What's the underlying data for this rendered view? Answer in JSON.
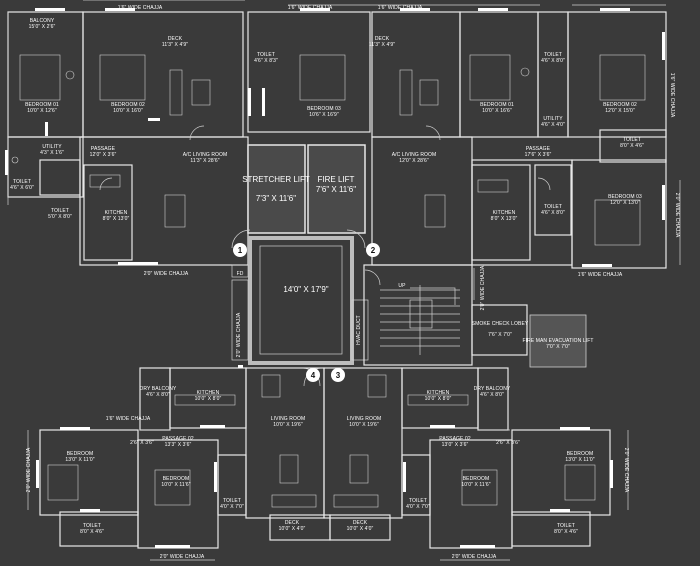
{
  "colors": {
    "background": "#3a3a3a",
    "walls": "#e8e8e8",
    "lift_shaft": "#4a4a4a",
    "fire_man_lift": "#555555"
  },
  "icons": [
    "staircase-icon",
    "door-swing-icon",
    "furniture-icon"
  ],
  "labels": {
    "top_chajja_1": "1'6\" WIDE CHAJJA",
    "top_chajja_2": "1'6\" WIDE CHAJJA",
    "top_chajja_3": "1'6\" WIDE CHAJJA",
    "balcony": "BALCONY",
    "balcony_dim": "15'0\" X 2'6\"",
    "bedroom01_l": "BEDROOM 01",
    "bedroom01_l_dim": "10'0\" X 12'6\"",
    "bedroom02_l": "BEDROOM 02",
    "bedroom02_l_dim": "10'0\" X 16'0\"",
    "deck_tl": "DECK",
    "deck_tl_dim": "11'3\" X 4'9\"",
    "toilet_tl": "TOILET",
    "toilet_tl_dim": "4'6\" X 8'3\"",
    "bedroom03_m": "BEDROOM 03",
    "bedroom03_m_dim": "10'6\" X 16'9\"",
    "deck_tr": "DECK",
    "deck_tr_dim": "11'3\" X 4'9\"",
    "bedroom01_r": "BEDROOM 01",
    "bedroom01_r_dim": "10'0\" X 16'6\"",
    "toilet_tr": "TOILET",
    "toilet_tr_dim": "4'6\" X 8'0\"",
    "bedroom02_r": "BEDROOM 02",
    "bedroom02_r_dim": "12'0\" X 15'0\"",
    "utility_r": "UTILITY",
    "utility_r_dim": "4'6\" X 4'0\"",
    "utility_l": "UTILITY",
    "utility_l_dim": "4'3\" X 1'6\"",
    "passage_l": "PASSAGE",
    "passage_l_dim": "12'0\" X 3'6\"",
    "living_l": "A/C LIVING ROOM",
    "living_l_dim": "11'3\" X 28'6\"",
    "living_r": "A/C LIVING ROOM",
    "living_r_dim": "12'0\" X 28'6\"",
    "passage_r": "PASSAGE",
    "passage_r_dim": "17'6\" X 3'6\"",
    "toilet_r2": "TOILET",
    "toilet_r2_dim": "8'0\" X 4'6\"",
    "toilet_l1": "TOILET",
    "toilet_l1_dim": "4'6\" X 6'0\"",
    "toilet_l2": "TOILET",
    "toilet_l2_dim": "5'0\" X 8'0\"",
    "kitchen_l": "KITCHEN",
    "kitchen_l_dim": "8'0\" X 13'0\"",
    "kitchen_r": "KITCHEN",
    "kitchen_r_dim": "8'0\" X 13'0\"",
    "toilet_r3": "TOILET",
    "toilet_r3_dim": "4'6\" X 8'0\"",
    "bedroom03_r": "BEDROOM 03",
    "bedroom03_r_dim": "12'0\" X 13'0\"",
    "chajja_right_v": "2'0\" WIDE CHAJJA",
    "chajja_right_v2": "1'6\" WIDE CHAJJA",
    "chajja_mid_l": "2'0\" WIDE CHAJJA",
    "chajja_bedroom03_r": "1'6\" WIDE CHAJJA",
    "stretcher_lift": "STRETCHER LIFT",
    "stretcher_lift_dim": "7'3\" X 11'6\"",
    "fire_lift": "FIRE LIFT",
    "fire_lift_dim": "7'6\" X 11'6\"",
    "lobby_dim": "14'0\" X 17'9\"",
    "marker_1": "1",
    "marker_2": "2",
    "marker_3": "3",
    "marker_4": "4",
    "fd": "FD",
    "up": "UP",
    "hvac_duct": "HVAC DUCT",
    "chajja_vert_mid": "2'0\" WIDE CHAJJA",
    "chajja_vert_stair": "2'0\" WIDE CHAJJA",
    "smoke_lobby": "SMOKE CHECK LOBEY",
    "smoke_lobby_dim": "7'6\" X 7'0\"",
    "fireman_lift": "FIRE MAN EVACUATION LIFT",
    "fireman_lift_dim": "7'0\" X 7'0\"",
    "dry_balcony_l": "DRY BALCONY",
    "dry_balcony_l_dim": "4'6\" X 8'0\"",
    "dry_balcony_r": "DRY BALCONY",
    "dry_balcony_r_dim": "4'6\" X 8'0\"",
    "kitchen_bl": "KITCHEN",
    "kitchen_bl_dim": "10'0\" X 8'0\"",
    "kitchen_br": "KITCHEN",
    "kitchen_br_dim": "10'0\" X 8'0\"",
    "chajja_bl_small": "1'6\" WIDE CHAJJA",
    "living_bl": "LIVING ROOM",
    "living_bl_dim": "10'0\" X 19'6\"",
    "living_br": "LIVING ROOM",
    "living_br_dim": "10'0\" X 19'6\"",
    "passage02_l": "PASSAGE 02",
    "passage02_l_dim": "13'3\" X 3'6\"",
    "passage02_r": "PASSAGE 02",
    "passage02_r_dim": "13'0\" X 3'6\"",
    "small_l": "2'6\" X 3'6\"",
    "small_r": "2'6\" X 3'6\"",
    "bedroom_bl1": "BEDROOM",
    "bedroom_bl1_dim": "13'0\" X 11'0\"",
    "bedroom_bl2": "BEDROOM",
    "bedroom_bl2_dim": "10'0\" X 11'6\"",
    "bedroom_br1": "BEDROOM",
    "bedroom_br1_dim": "10'0\" X 11'6\"",
    "bedroom_br2": "BEDROOM",
    "bedroom_br2_dim": "13'0\" X 11'0\"",
    "chajja_bl_v": "2'0\" WIDE CHAJJA",
    "chajja_br_v": "2'0\" WIDE CHAJJA",
    "toilet_bl1": "TOILET",
    "toilet_bl1_dim": "4'0\" X 7'0\"",
    "toilet_br1": "TOILET",
    "toilet_br1_dim": "4'0\" X 7'0\"",
    "toilet_bl2": "TOILET",
    "toilet_bl2_dim": "8'0\" X 4'6\"",
    "toilet_br2": "TOILET",
    "toilet_br2_dim": "8'0\" X 4'6\"",
    "deck_bl": "DECK",
    "deck_bl_dim": "10'0\" X 4'0\"",
    "deck_br": "DECK",
    "deck_br_dim": "10'0\" X 4'0\"",
    "chajja_bot_l": "2'0\" WIDE CHAJJA",
    "chajja_bot_r": "2'0\" WIDE CHAJJA"
  }
}
